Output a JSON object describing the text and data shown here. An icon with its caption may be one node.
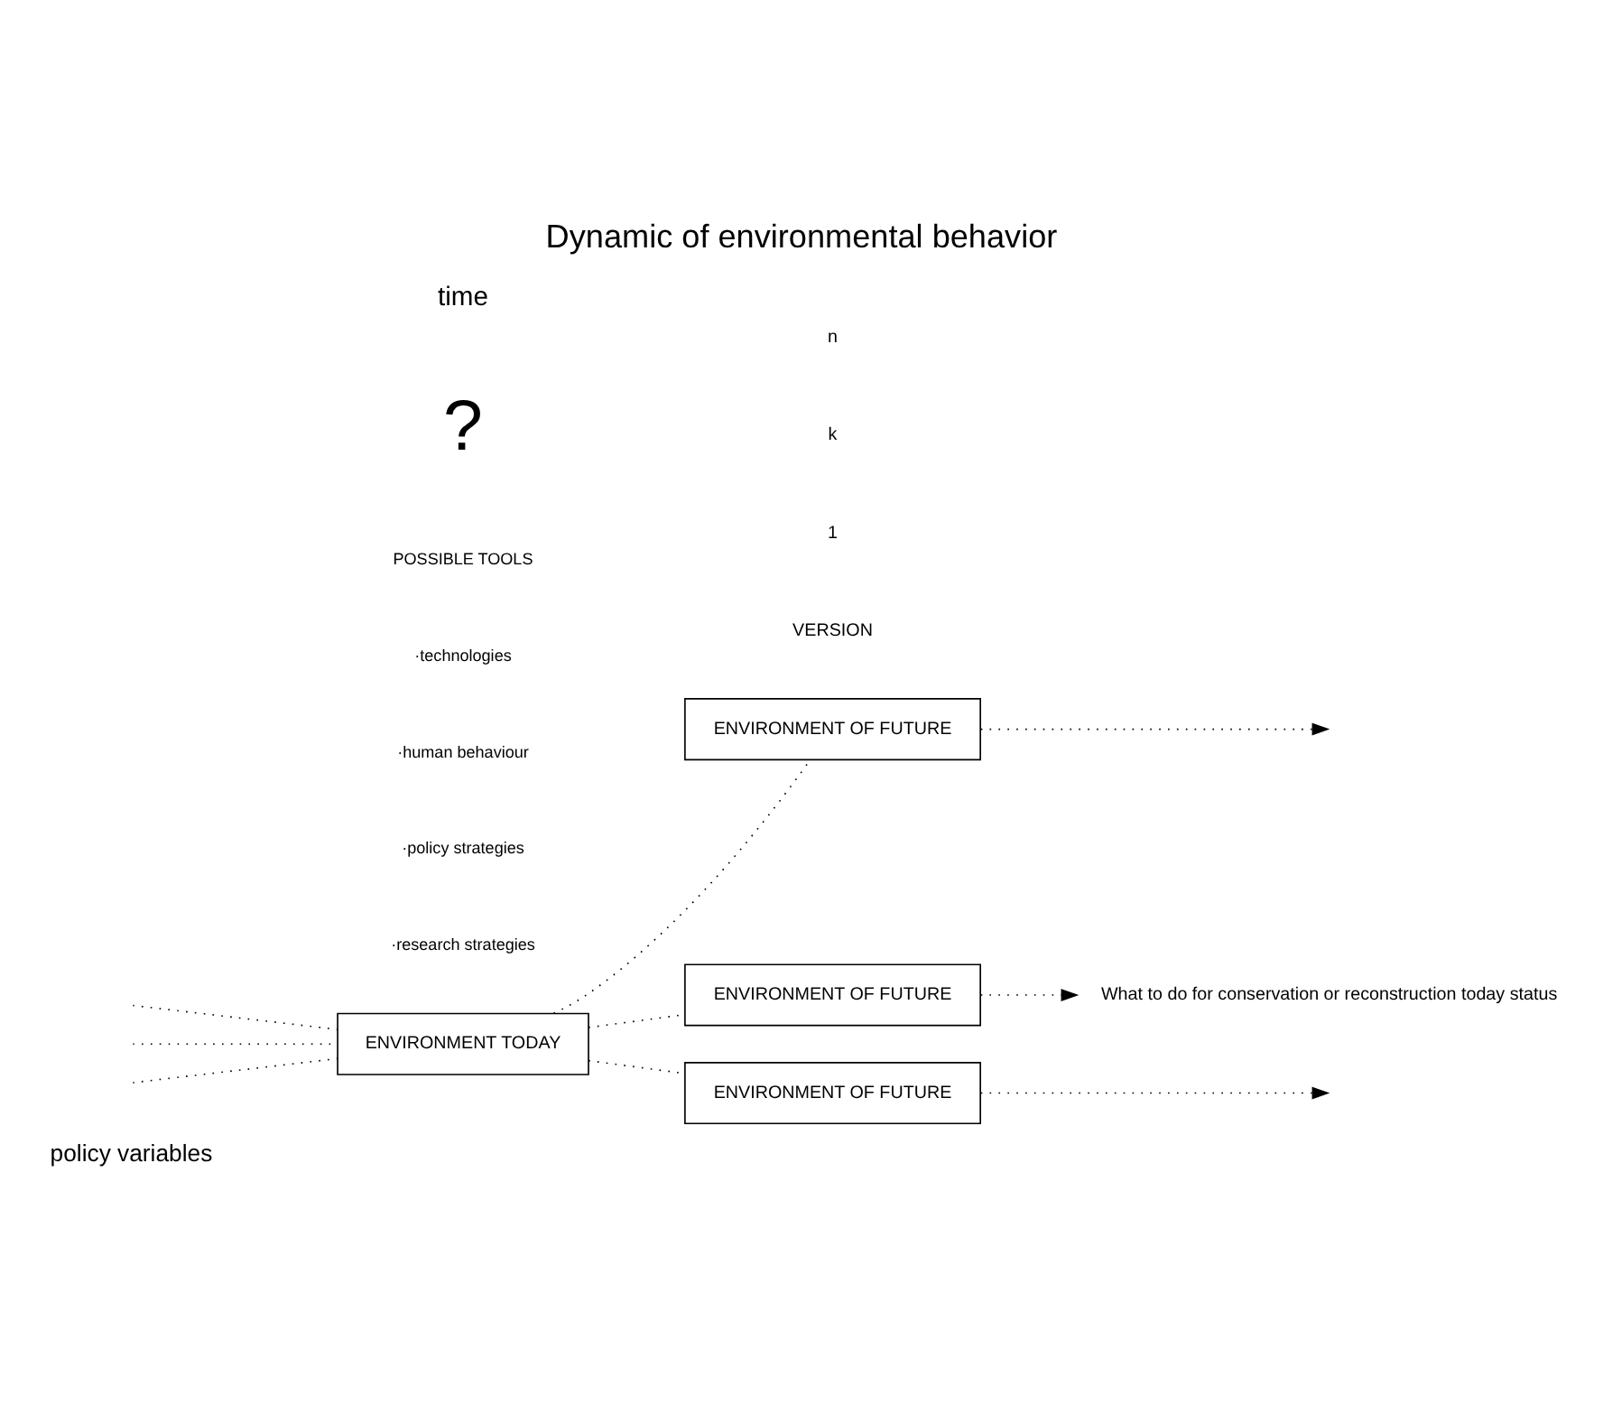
{
  "diagram": {
    "title": "Dynamic of environmental behavior",
    "nodes": [
      {
        "text": [
          "ENVIRONMENT TODAY"
        ]
      },
      {
        "text": [
          "ENVIRONMENT OF FUTURE"
        ]
      },
      {
        "text": [
          "ENVIRONMENT OF FUTURE"
        ]
      },
      {
        "text": [
          "ENVIRONMENT OF FUTURE"
        ]
      },
      {
        "text": [
          "What to do for conservation or reconstruction today status"
        ]
      }
    ],
    "edges": [
      {
        "from": null,
        "to": 0,
        "arrow": "none",
        "style": "dashed"
      },
      {
        "from": null,
        "to": 0,
        "arrow": "none",
        "style": "dashed"
      },
      {
        "from": null,
        "to": 0,
        "arrow": "none",
        "style": "dashed"
      },
      {
        "from": 0,
        "to": 1,
        "arrow": "none",
        "style": "dashed"
      },
      {
        "from": 1,
        "to": null,
        "arrow": "to",
        "style": "dashed"
      },
      {
        "from": 0,
        "to": 2,
        "arrow": "none",
        "style": "dashed"
      },
      {
        "from": 2,
        "to": 4,
        "arrow": "to",
        "style": "dashed"
      },
      {
        "from": 0,
        "to": 3,
        "arrow": "none",
        "style": "dashed"
      },
      {
        "from": 3,
        "to": null,
        "arrow": "to",
        "style": "dashed"
      }
    ],
    "labels": [
      "policy variables",
      "VERSION",
      "1",
      "POSSIBLE TOOLS",
      "·technologies",
      "·human behaviour",
      "·policy strategies",
      "·research strategies",
      "k",
      "?",
      "n",
      "time"
    ]
  }
}
